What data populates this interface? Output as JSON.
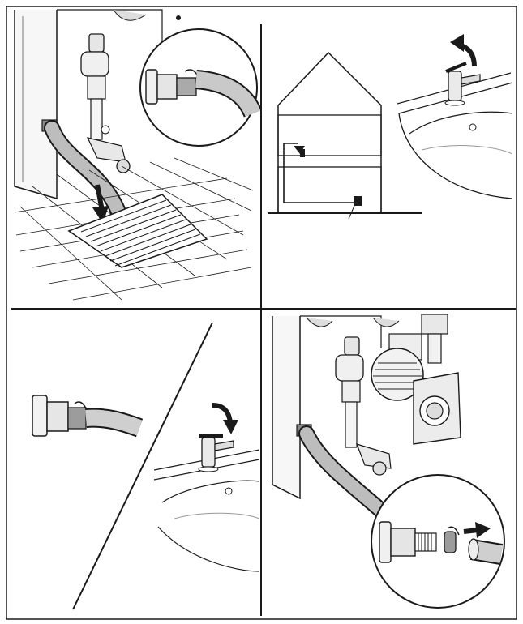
{
  "figure": {
    "panels": [
      {
        "id": "drain-hose-to-floor-drain"
      },
      {
        "id": "open-highest-tap-in-house"
      },
      {
        "id": "detach-hose-close-tap"
      },
      {
        "id": "remove-drain-hose-from-valve"
      }
    ],
    "line_color": "#1a1a1a",
    "background": "#ffffff"
  }
}
